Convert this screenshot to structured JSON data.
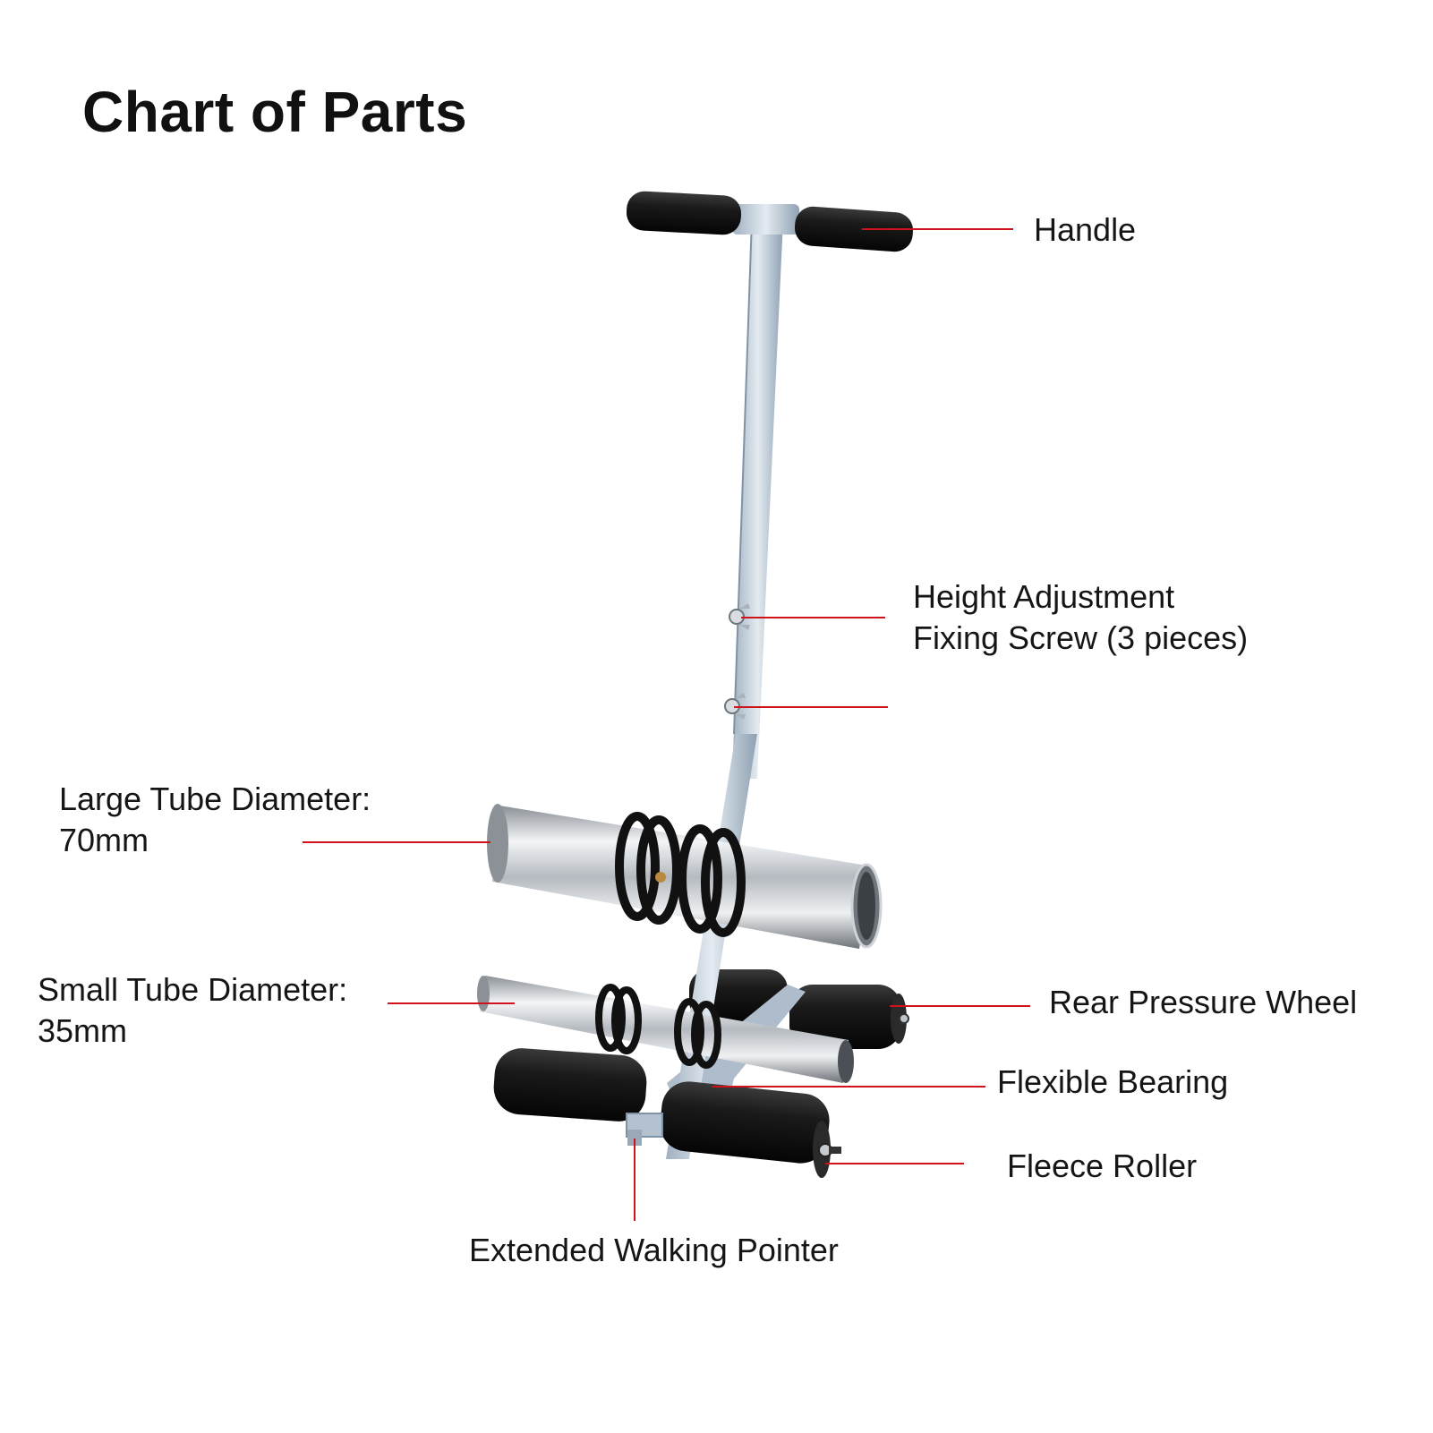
{
  "title": "Chart of Parts",
  "labels": {
    "handle": "Handle",
    "height_adjustment": [
      "Height Adjustment",
      "Fixing Screw (3 pieces)"
    ],
    "large_tube": [
      "Large Tube Diameter:",
      "70mm"
    ],
    "small_tube": [
      "Small Tube Diameter:",
      "35mm"
    ],
    "rear_pressure_wheel": "Rear Pressure Wheel",
    "flexible_bearing": "Flexible Bearing",
    "fleece_roller": "Fleece Roller",
    "extended_walking_pointer": "Extended Walking Pointer"
  },
  "colors": {
    "leader_line": "#d0121b",
    "text": "#151515",
    "rubber": "#161616",
    "steel": "#c9ced4",
    "galvanized": "#b9c6d2"
  }
}
